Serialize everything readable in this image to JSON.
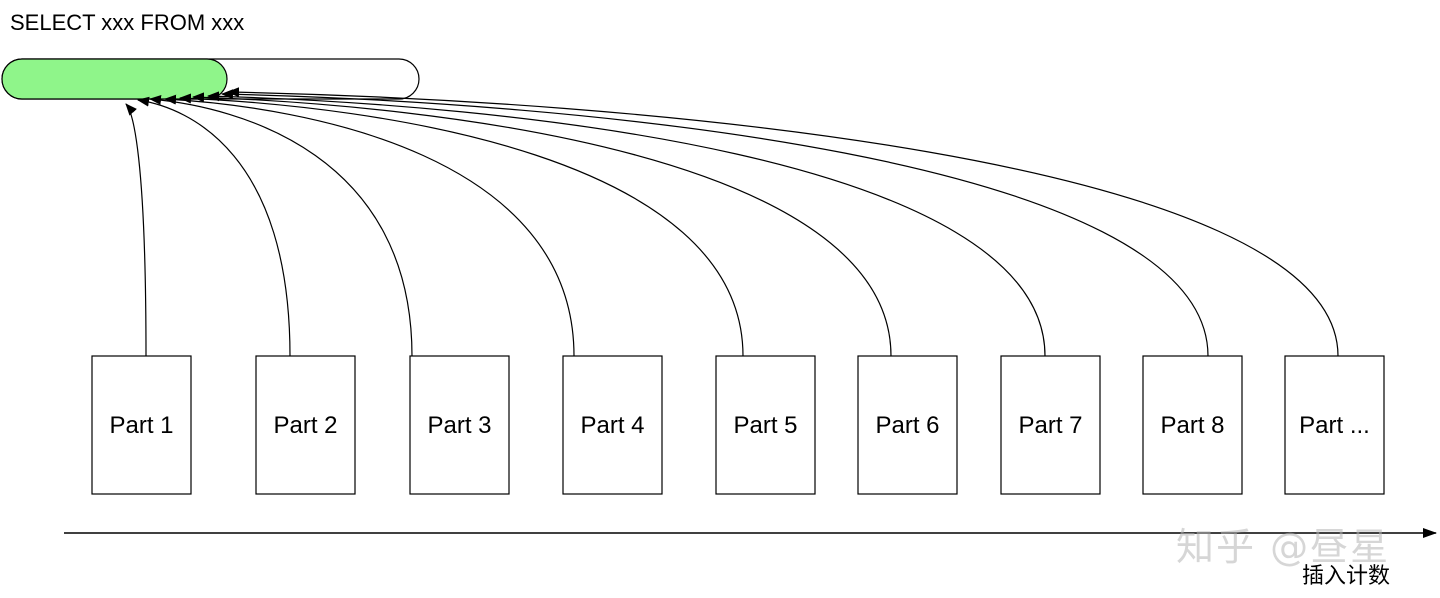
{
  "query_label": "SELECT xxx FROM xxx",
  "colors": {
    "progress_fill": "#8ff58a",
    "stroke": "#000000"
  },
  "progress": {
    "fraction": 0.54
  },
  "parts": [
    "Part 1",
    "Part 2",
    "Part 3",
    "Part 4",
    "Part 5",
    "Part 6",
    "Part 7",
    "Part 8",
    "Part ..."
  ],
  "axis_label": "插入计数",
  "watermark": "知乎 @昼星"
}
